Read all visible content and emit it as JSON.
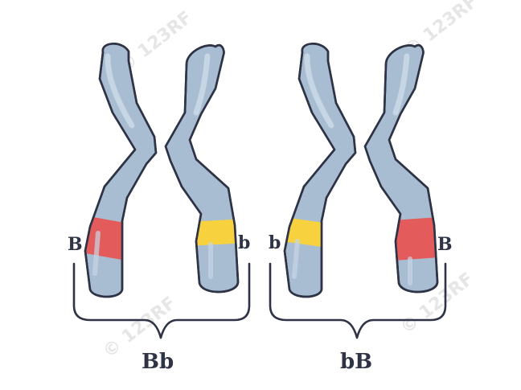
{
  "labels": {
    "left_chromosome_1_allele": "B",
    "left_chromosome_2_allele": "b",
    "right_chromosome_1_allele": "b",
    "right_chromosome_2_allele": "B",
    "left_pair_genotype": "Bb",
    "right_pair_genotype": "bB"
  },
  "watermark": {
    "text": "© 123RF"
  },
  "colors": {
    "chromosome_fill": "#a9bdd2",
    "chromosome_highlight": "#c7d6e5",
    "outline": "#2f3346",
    "dominant_band": "#e35b5b",
    "recessive_band": "#f7d23e",
    "bracket": "#2f3346"
  }
}
